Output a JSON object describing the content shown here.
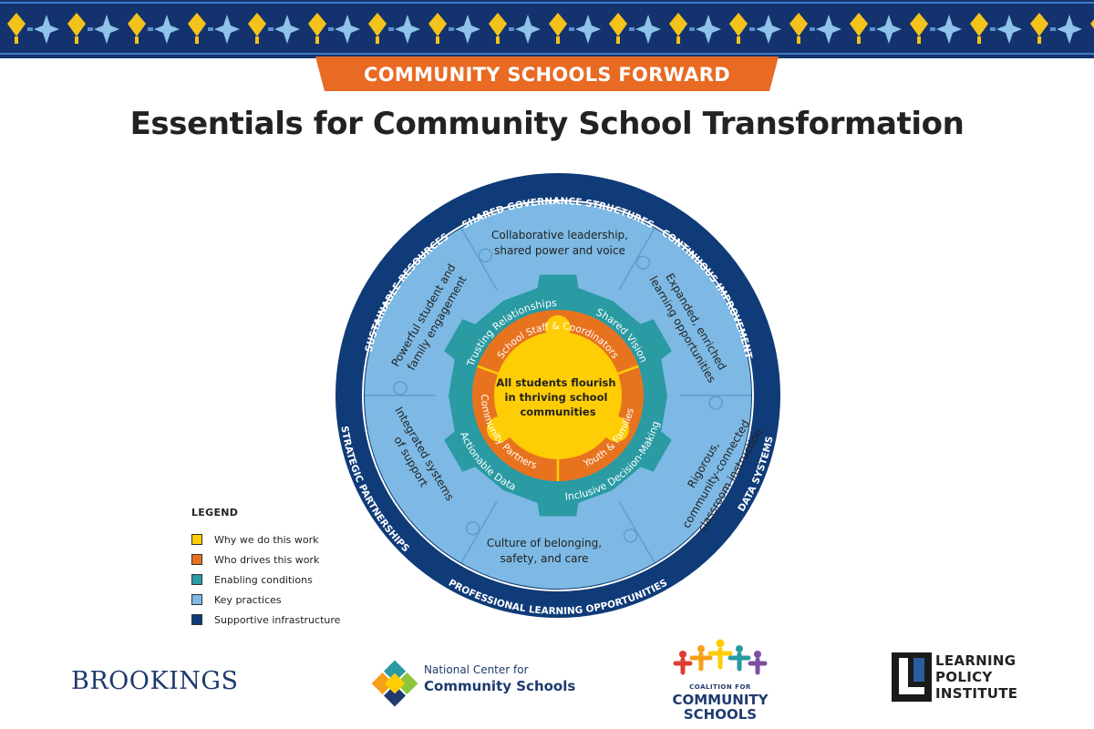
{
  "header": {
    "tab_label": "COMMUNITY SCHOOLS FORWARD",
    "title": "Essentials for Community School Transformation"
  },
  "colors": {
    "banner": "#14336e",
    "tab": "#e86a23",
    "why": "#ffcd05",
    "who": "#e8731f",
    "enabling": "#2a9aa3",
    "key": "#7db9e4",
    "supportive": "#0f3b78"
  },
  "diagram": {
    "center": "All students flourish in thriving school communities",
    "who_drives": [
      "School Staff & Coordinators",
      "Youth & Families",
      "Community Partners"
    ],
    "enabling_conditions": [
      "Trusting Relationships",
      "Shared Vision",
      "Inclusive Decision-Making",
      "Actionable Data"
    ],
    "key_practices": [
      "Collaborative leadership, shared power and voice",
      "Expanded, enriched learning opportunities",
      "Rigorous, community-connected classroom instruction",
      "Culture of belonging, safety, and care",
      "Integrated systems of support",
      "Powerful student and family engagement"
    ],
    "infrastructure": [
      "SHARED GOVERNANCE STRUCTURES",
      "CONTINUOUS IMPROVEMENT",
      "DATA SYSTEMS",
      "PROFESSIONAL LEARNING OPPORTUNITIES",
      "STRATEGIC PARTNERSHIPS",
      "SUSTAINABLE RESOURCES"
    ]
  },
  "legend": {
    "title": "LEGEND",
    "items": [
      {
        "label": "Why we do this work",
        "color": "#ffcd05"
      },
      {
        "label": "Who drives this work",
        "color": "#e8731f"
      },
      {
        "label": "Enabling conditions",
        "color": "#2a9aa3"
      },
      {
        "label": "Key practices",
        "color": "#7db9e4"
      },
      {
        "label": "Supportive infrastructure",
        "color": "#0f3b78"
      }
    ]
  },
  "logos": {
    "brookings": "BROOKINGS",
    "ncfcs_line1": "National Center for",
    "ncfcs_line2": "Community Schools",
    "cfcs_line1": "COALITION FOR",
    "cfcs_line2": "COMMUNITY",
    "cfcs_line3": "SCHOOLS",
    "lpi_line1": "LEARNING",
    "lpi_line2": "POLICY",
    "lpi_line3": "INSTITUTE"
  }
}
